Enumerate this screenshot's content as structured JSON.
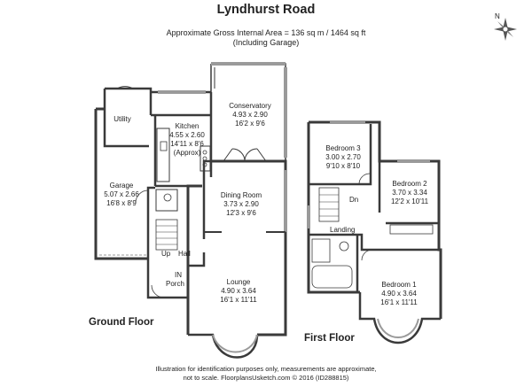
{
  "title": "Lyndhurst Road",
  "area_line": "Approximate Gross Internal Area = 136 sq m / 1464 sq ft",
  "area_note": "(Including Garage)",
  "compass_letter": "N",
  "floors": {
    "ground": "Ground Floor",
    "first": "First Floor"
  },
  "rooms": {
    "utility": {
      "name": "Utility"
    },
    "kitchen": {
      "name": "Kitchen",
      "metric": "4.55 x 2.60",
      "imperial": "14'11 x 8'6",
      "note": "(Approx)"
    },
    "conservatory": {
      "name": "Conservatory",
      "metric": "4.93 x 2.90",
      "imperial": "16'2 x 9'6"
    },
    "garage": {
      "name": "Garage",
      "metric": "5.07 x 2.66",
      "imperial": "16'8 x 8'9"
    },
    "dining": {
      "name": "Dining Room",
      "metric": "3.73 x 2.90",
      "imperial": "12'3 x 9'6"
    },
    "lounge": {
      "name": "Lounge",
      "metric": "4.90 x 3.64",
      "imperial": "16'1 x 11'11"
    },
    "bedroom3": {
      "name": "Bedroom 3",
      "metric": "3.00 x 2.70",
      "imperial": "9'10 x 8'10"
    },
    "bedroom2": {
      "name": "Bedroom 2",
      "metric": "3.70 x 3.34",
      "imperial": "12'2 x 10'11"
    },
    "bedroom1": {
      "name": "Bedroom 1",
      "metric": "4.90 x 3.64",
      "imperial": "16'1 x 11'11"
    }
  },
  "small_labels": {
    "up": "Up",
    "hall": "Hall",
    "porch_in": "IN",
    "porch": "Porch",
    "dn": "Dn",
    "landing": "Landing"
  },
  "footer": {
    "line1": "Illustration for identification purposes only, measurements are approximate,",
    "line2": "not to scale. FloorplansUsketch.com © 2016 (ID288815)"
  },
  "colors": {
    "wall": "#3a3a3a",
    "window": "#9a9a9a",
    "text": "#222222"
  }
}
